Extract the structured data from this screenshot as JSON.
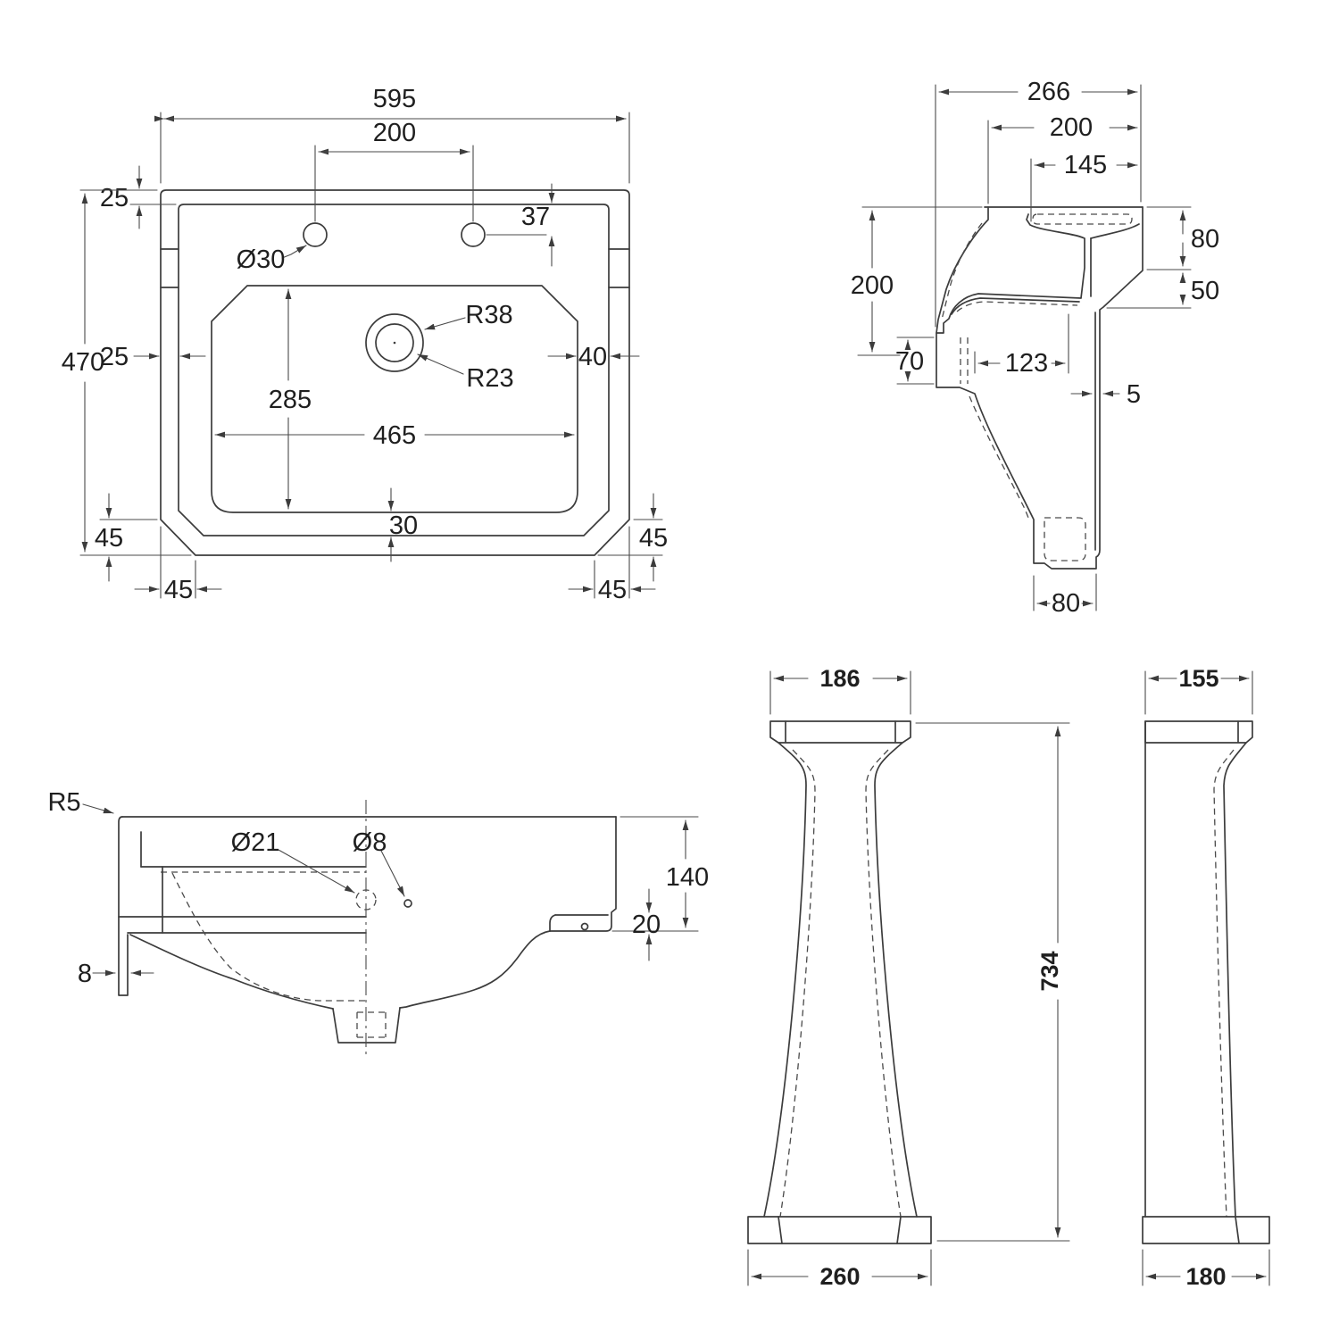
{
  "drawing": {
    "type": "technical-dimension-drawing",
    "subject": "bathroom basin and pedestal",
    "background_color": "#ffffff",
    "line_color": "#3c3c3c"
  },
  "views": {
    "plan": {
      "title": "basin plan view",
      "dims": {
        "overall_width": "595",
        "tap_hole_centres": "200",
        "rim_offset_top": "25",
        "hole_offset": "37",
        "tap_hole_diameter": "Ø30",
        "waste_outer_radius": "R38",
        "waste_inner_radius": "R23",
        "overall_depth": "470",
        "rim_offset_left": "25",
        "bowl_length": "285",
        "bowl_width": "465",
        "rim_offset_right": "40",
        "bowl_rim_gap": "30",
        "chamfer_height_left": "45",
        "chamfer_height_right": "45",
        "chamfer_width_left": "45",
        "chamfer_width_right": "45"
      }
    },
    "side": {
      "title": "basin side section",
      "dims": {
        "overall_depth": "266",
        "tap_depth": "200",
        "flange_width": "145",
        "rim_height": "80",
        "apron_height": "50",
        "back_height": "200",
        "ledge_height": "70",
        "ledge_depth": "123",
        "apron_thickness": "5",
        "outlet_width": "80"
      }
    },
    "front": {
      "title": "basin front section",
      "dims": {
        "corner_radius": "R5",
        "overflow_diameter": "Ø21",
        "fixing_hole_diameter": "Ø8",
        "basin_height": "140",
        "ledge_thickness": "20",
        "back_lip_thickness": "8"
      }
    },
    "pedestal_front": {
      "title": "pedestal front view",
      "dims": {
        "top_width": "186",
        "base_width": "260",
        "height": "734"
      }
    },
    "pedestal_side": {
      "title": "pedestal side view",
      "dims": {
        "top_width": "155",
        "base_width": "180"
      }
    }
  }
}
